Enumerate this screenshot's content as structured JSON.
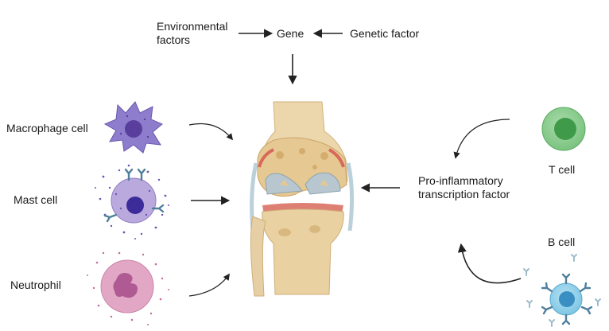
{
  "labels": {
    "environmental_factors_line1": "Environmental",
    "environmental_factors_line2": "factors",
    "gene": "Gene",
    "genetic_factor": "Genetic factor",
    "macrophage_cell": "Macrophage cell",
    "mast_cell": "Mast cell",
    "neutrophil": "Neutrophil",
    "pro_inflammatory_line1": "Pro-inflammatory",
    "pro_inflammatory_line2": "transcription factor",
    "t_cell": "T cell",
    "b_cell": "B cell"
  },
  "colors": {
    "arrow": "#222222",
    "macrophage": "#8e7dcc",
    "macrophage_nucleus": "#5a3e9e",
    "mast_cell": "#b9a9dd",
    "mast_nucleus": "#3b2c9a",
    "neutrophil": "#e3a7c6",
    "neutrophil_nucleus": "#b05a93",
    "t_cell": "#8ccf8f",
    "t_cell_nucleus": "#3f9a4a",
    "b_cell": "#8fd0ea",
    "b_cell_nucleus": "#3a8fc2",
    "antibody": "#4f7f9c",
    "bone": "#e8cfa0",
    "cartilage": "#b8c7cf",
    "inflammation": "#d8685a"
  }
}
